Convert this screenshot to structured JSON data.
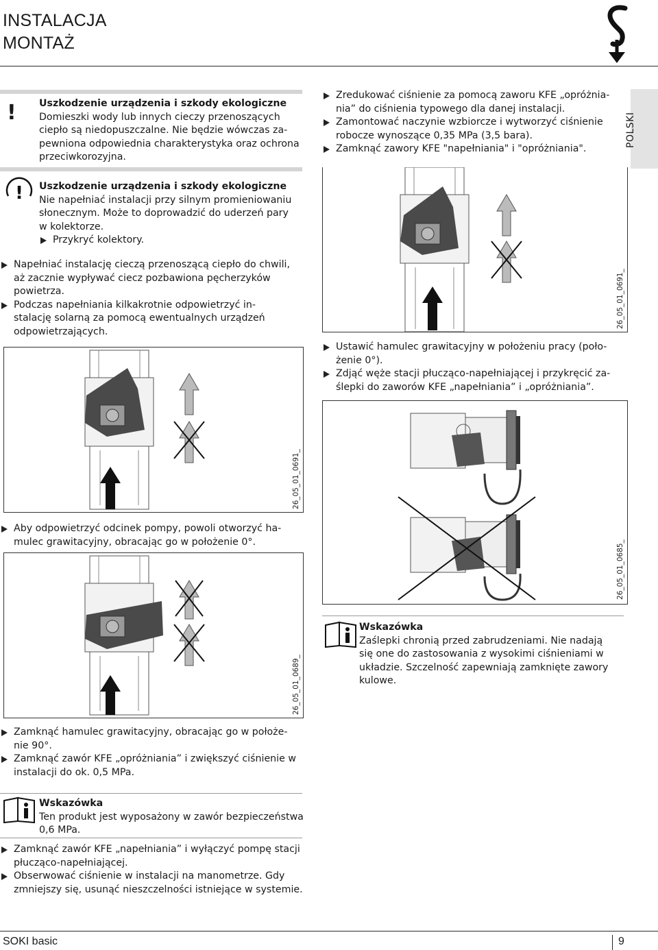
{
  "header": {
    "title_line1": "INSTALACJA",
    "title_line2": "MONTAŻ"
  },
  "side_tab": "POLSKI",
  "warning1": {
    "title": "Uszkodzenie urządzenia i szkody ekologiczne",
    "lines": [
      "Domieszki wody lub innych cieczy przenoszących",
      "ciepło są niedopuszczalne. Nie będzie wówczas za-",
      "pewniona odpowiednia charakterystyka oraz ochrona",
      "przeciwkorozyjna."
    ]
  },
  "warning2": {
    "title": "Uszkodzenie urządzenia i szkody ekologiczne",
    "lines": [
      "Nie napełniać instalacji przy silnym promieniowaniu",
      "słonecznym. Może to doprowadzić do uderzeń pary",
      "w kolektorze."
    ],
    "bullet": "Przykryć kolektory."
  },
  "steps_left_1": [
    [
      "Napełniać instalację cieczą przenoszącą ciepło do chwili,",
      "aż zacznie wypływać ciecz pozbawiona pęcherzyków",
      "powietrza."
    ],
    [
      "Podczas napełniania kilkakrotnie odpowietrzyć in-",
      "stalację solarną za pomocą ewentualnych urządzeń",
      "odpowietrzających."
    ]
  ],
  "fig_left1_code": "26_05_01_0691_",
  "step_left_2": [
    "Aby odpowietrzyć odcinek pompy, powoli otworzyć ha-",
    "mulec grawitacyjny, obracając go w położenie 0°."
  ],
  "fig_left2_code": "26_05_01_0689_",
  "steps_left_3": [
    [
      "Zamknąć hamulec grawitacyjny, obracając go w położe-",
      "nie 90°."
    ],
    [
      "Zamknąć zawór KFE „opróżniania” i zwiększyć ciśnienie w",
      "instalacji do ok. 0,5 MPa."
    ]
  ],
  "note1": {
    "title": "Wskazówka",
    "lines": [
      "Ten produkt jest wyposażony w zawór bezpieczeństwa",
      "0,6 MPa."
    ]
  },
  "steps_left_4": [
    [
      "Zamknąć zawór KFE „napełniania” i wyłączyć pompę stacji",
      "płucząco-napełniającej."
    ],
    [
      "Obserwować ciśnienie w instalacji na manometrze. Gdy",
      "zmniejszy się, usunąć nieszczelności istniejące w systemie."
    ]
  ],
  "steps_right_1": [
    [
      "Zredukować ciśnienie za pomocą zaworu KFE „opróżnia-",
      "nia” do ciśnienia typowego dla danej instalacji."
    ],
    [
      "Zamontować naczynie wzbiorcze i wytworzyć ciśnienie",
      "robocze wynoszące 0,35 MPa (3,5 bara)."
    ],
    [
      "Zamknąć zawory KFE \"napełniania\" i \"opróżniania\"."
    ]
  ],
  "fig_right1_code": "26_05_01_0691_",
  "steps_right_2": [
    [
      "Ustawić hamulec grawitacyjny w położeniu pracy (poło-",
      "żenie 0°)."
    ],
    [
      "Zdjąć węże stacji płucząco-napełniającej i przykręcić za-",
      "ślepki do zaworów KFE „napełniania” i „opróżniania”."
    ]
  ],
  "fig_right2_code": "26_05_01_0685_",
  "note2": {
    "title": "Wskazówka",
    "lines": [
      "Zaślepki chronią przed zabrudzeniami. Nie nadają",
      "się one do zastosowania z wysokimi ciśnieniami w",
      "układzie. Szczelność zapewniają zamknięte zawory",
      "kulowe."
    ]
  },
  "footer": {
    "product": "SOKI basic",
    "page": "9"
  },
  "icons": {
    "logo": "sonnenkraft-s-logo-icon",
    "warning": "exclamation-icon",
    "info": "book-info-icon"
  }
}
